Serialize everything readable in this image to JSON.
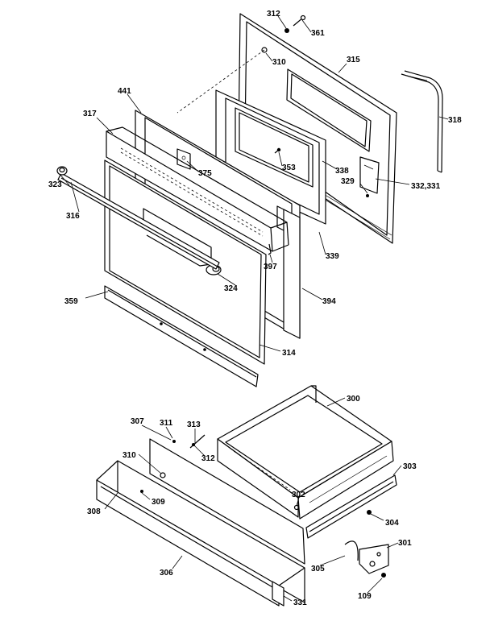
{
  "diagram": {
    "callouts": [
      {
        "id": "312_top",
        "text": "312"
      },
      {
        "id": "361",
        "text": "361"
      },
      {
        "id": "310_top",
        "text": "310"
      },
      {
        "id": "315",
        "text": "315"
      },
      {
        "id": "318",
        "text": "318"
      },
      {
        "id": "441",
        "text": "441"
      },
      {
        "id": "317",
        "text": "317"
      },
      {
        "id": "375",
        "text": "375"
      },
      {
        "id": "353",
        "text": "353"
      },
      {
        "id": "338",
        "text": "338"
      },
      {
        "id": "329",
        "text": "329"
      },
      {
        "id": "332_331",
        "text": "332,331"
      },
      {
        "id": "323",
        "text": "323"
      },
      {
        "id": "316",
        "text": "316"
      },
      {
        "id": "397",
        "text": "397"
      },
      {
        "id": "339",
        "text": "339"
      },
      {
        "id": "324",
        "text": "324"
      },
      {
        "id": "359",
        "text": "359"
      },
      {
        "id": "394",
        "text": "394"
      },
      {
        "id": "314",
        "text": "314"
      },
      {
        "id": "300",
        "text": "300"
      },
      {
        "id": "307",
        "text": "307"
      },
      {
        "id": "311",
        "text": "311"
      },
      {
        "id": "313",
        "text": "313"
      },
      {
        "id": "312_bot",
        "text": "312"
      },
      {
        "id": "310_bot",
        "text": "310"
      },
      {
        "id": "303",
        "text": "303"
      },
      {
        "id": "308",
        "text": "308"
      },
      {
        "id": "309",
        "text": "309"
      },
      {
        "id": "302",
        "text": "302"
      },
      {
        "id": "304",
        "text": "304"
      },
      {
        "id": "301",
        "text": "301"
      },
      {
        "id": "305",
        "text": "305"
      },
      {
        "id": "306",
        "text": "306"
      },
      {
        "id": "109",
        "text": "109"
      },
      {
        "id": "331",
        "text": "331"
      }
    ]
  }
}
